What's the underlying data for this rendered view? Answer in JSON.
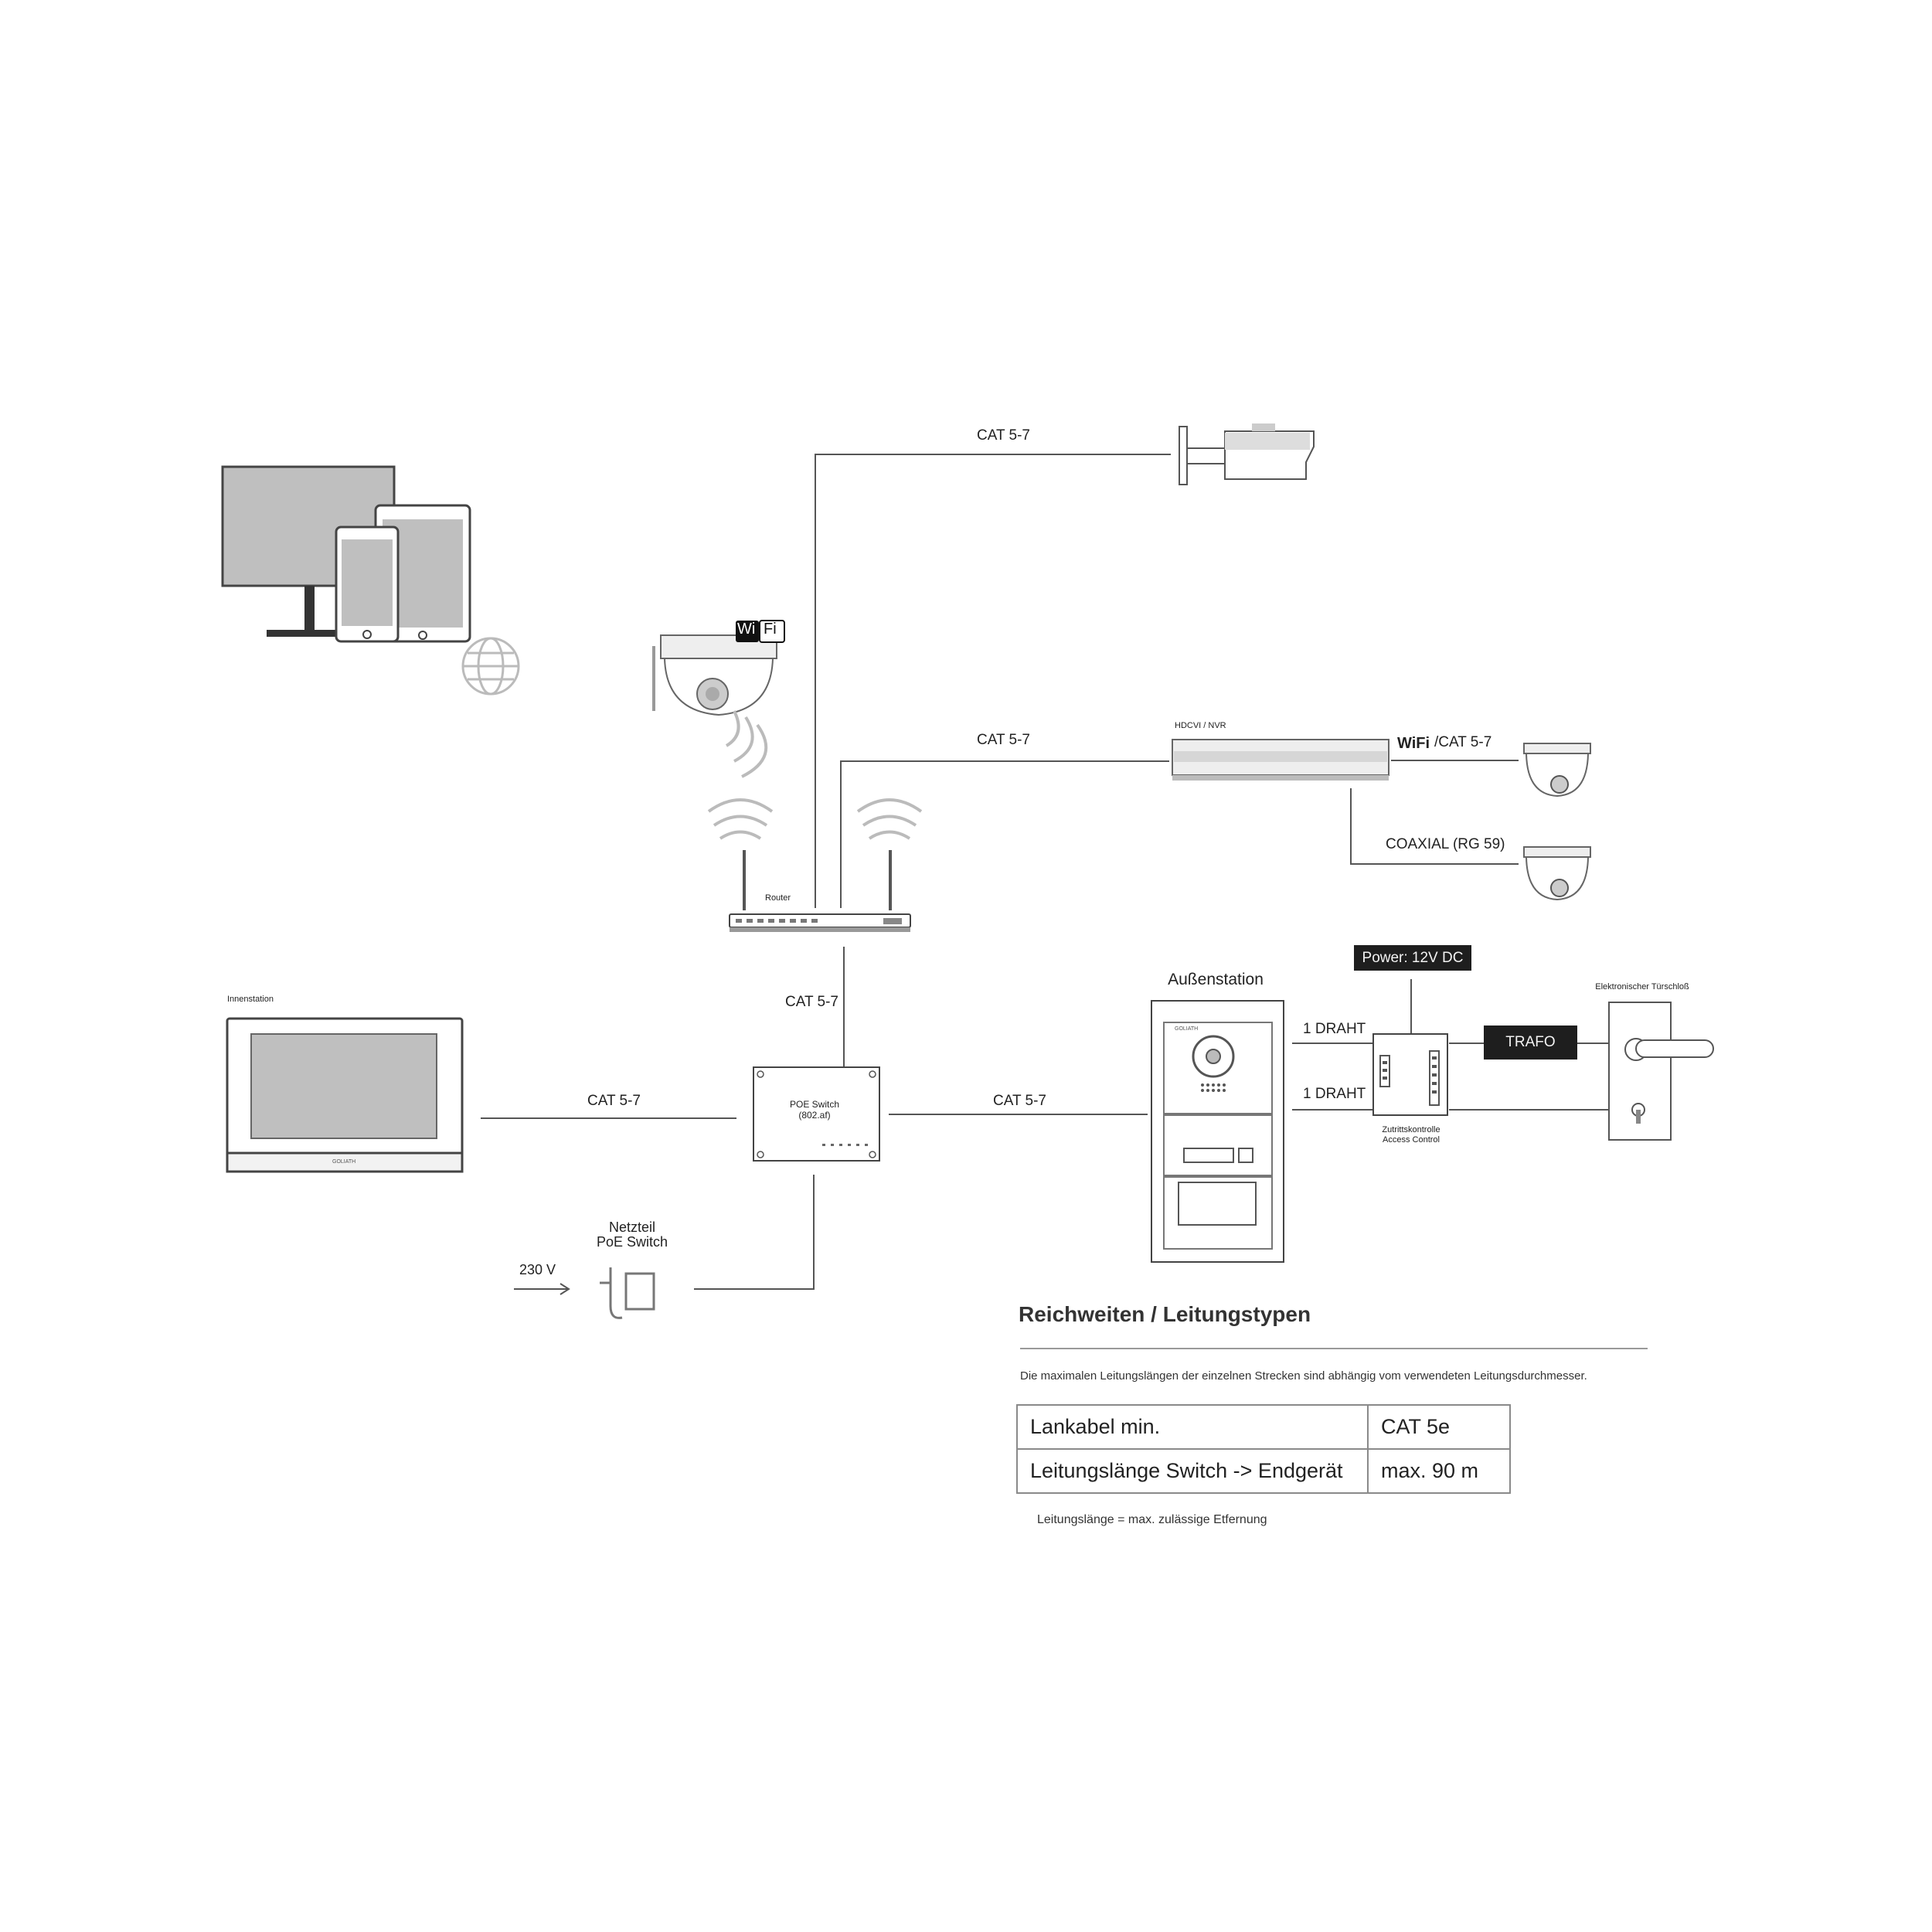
{
  "diagram": {
    "labels": {
      "cat_top": "CAT 5-7",
      "cat_nvr": "CAT 5-7",
      "cat_router_switch": "CAT 5-7",
      "cat_indoor": "CAT 5-7",
      "cat_outdoor": "CAT 5-7",
      "router": "Router",
      "hdcvi_nvr": "HDCVI / NVR",
      "wifi": "WiFi",
      "slash_cat": "/CAT 5-7",
      "coaxial": "COAXIAL (RG 59)",
      "innenstation": "Innenstation",
      "poe_switch_line1": "POE Switch",
      "poe_switch_line2": "(802.af)",
      "netzteil_line1": "Netzteil",
      "netzteil_line2": "PoE Switch",
      "voltage": "230 V",
      "aussenstation": "Außenstation",
      "power_12v": "Power: 12V DC",
      "drahtl_top": "1 DRAHT",
      "drahtl_bottom": "1 DRAHT",
      "trafo": "TRAFO",
      "tuerschloss": "Elektronischer Türschloß",
      "access_line1": "Zutrittskontrolle",
      "access_line2": "Access Control",
      "wifi_badge_left": "Wi",
      "wifi_badge_right": "Fi",
      "brand_mark": "GOLIATH"
    },
    "icons": [
      "monitor-icon",
      "tablet-icon",
      "smartphone-icon",
      "globe-icon",
      "bullet-camera-icon",
      "wifi-dome-camera-icon",
      "router-icon",
      "nvr-icon",
      "dome-camera-icon",
      "indoor-monitor-icon",
      "poe-switch-icon",
      "power-adapter-icon",
      "door-station-icon",
      "access-control-icon",
      "door-lock-icon"
    ]
  },
  "ranges": {
    "heading": "Reichweiten / Leitungstypen",
    "description": "Die maximalen Leitungslängen der einzelnen Strecken sind abhängig vom verwendeten Leitungsdurchmesser.",
    "rows": [
      {
        "key": "Lankabel min.",
        "value": "CAT 5e"
      },
      {
        "key": "Leitungslänge Switch -> Endgerät",
        "value": "max. 90 m"
      }
    ],
    "footnote": "Leitungslänge = max. zulässige Etfernung"
  }
}
